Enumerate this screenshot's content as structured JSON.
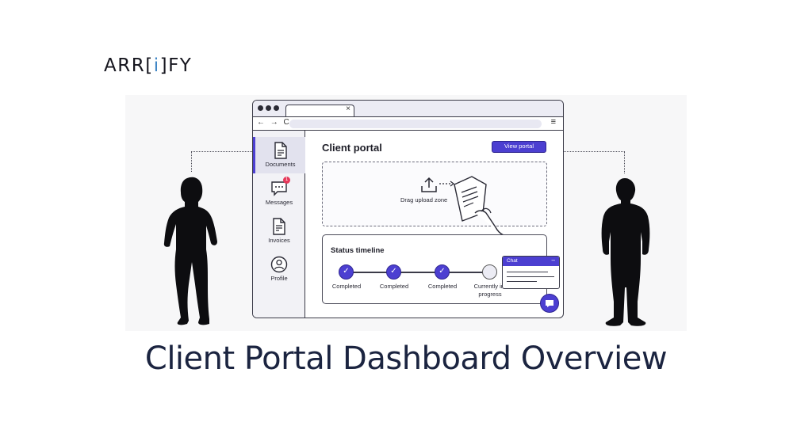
{
  "brand": {
    "logo_prefix": "ARR",
    "logo_bracket_open": "[",
    "logo_i": "i",
    "logo_bracket_close": "]",
    "logo_suffix": "FY",
    "accent": "#4c3fd1",
    "badge_color": "#e6385a",
    "logo_i_color": "#3f86c6"
  },
  "browser": {
    "tab_close": "×",
    "nav": "← → C",
    "menu_icon": "≡"
  },
  "sidebar": {
    "items": [
      {
        "label": "Documents",
        "icon": "document-icon",
        "active": true
      },
      {
        "label": "Messages",
        "icon": "message-icon",
        "badge": "1"
      },
      {
        "label": "Invoices",
        "icon": "invoice-icon"
      },
      {
        "label": "Profile",
        "icon": "user-icon"
      }
    ]
  },
  "main": {
    "title": "Client portal",
    "view_button": "View portal",
    "dropzone_label": "Drag upload zone"
  },
  "timeline": {
    "title": "Status timeline",
    "steps": [
      {
        "label": "Completed",
        "done": true
      },
      {
        "label": "Completed",
        "done": true
      },
      {
        "label": "Completed",
        "done": true
      },
      {
        "label": "Currently in-progress",
        "done": false
      }
    ],
    "check": "✓"
  },
  "chat": {
    "title": "Chat",
    "minimize": "–"
  },
  "caption": "Client Portal Dashboard Overview"
}
